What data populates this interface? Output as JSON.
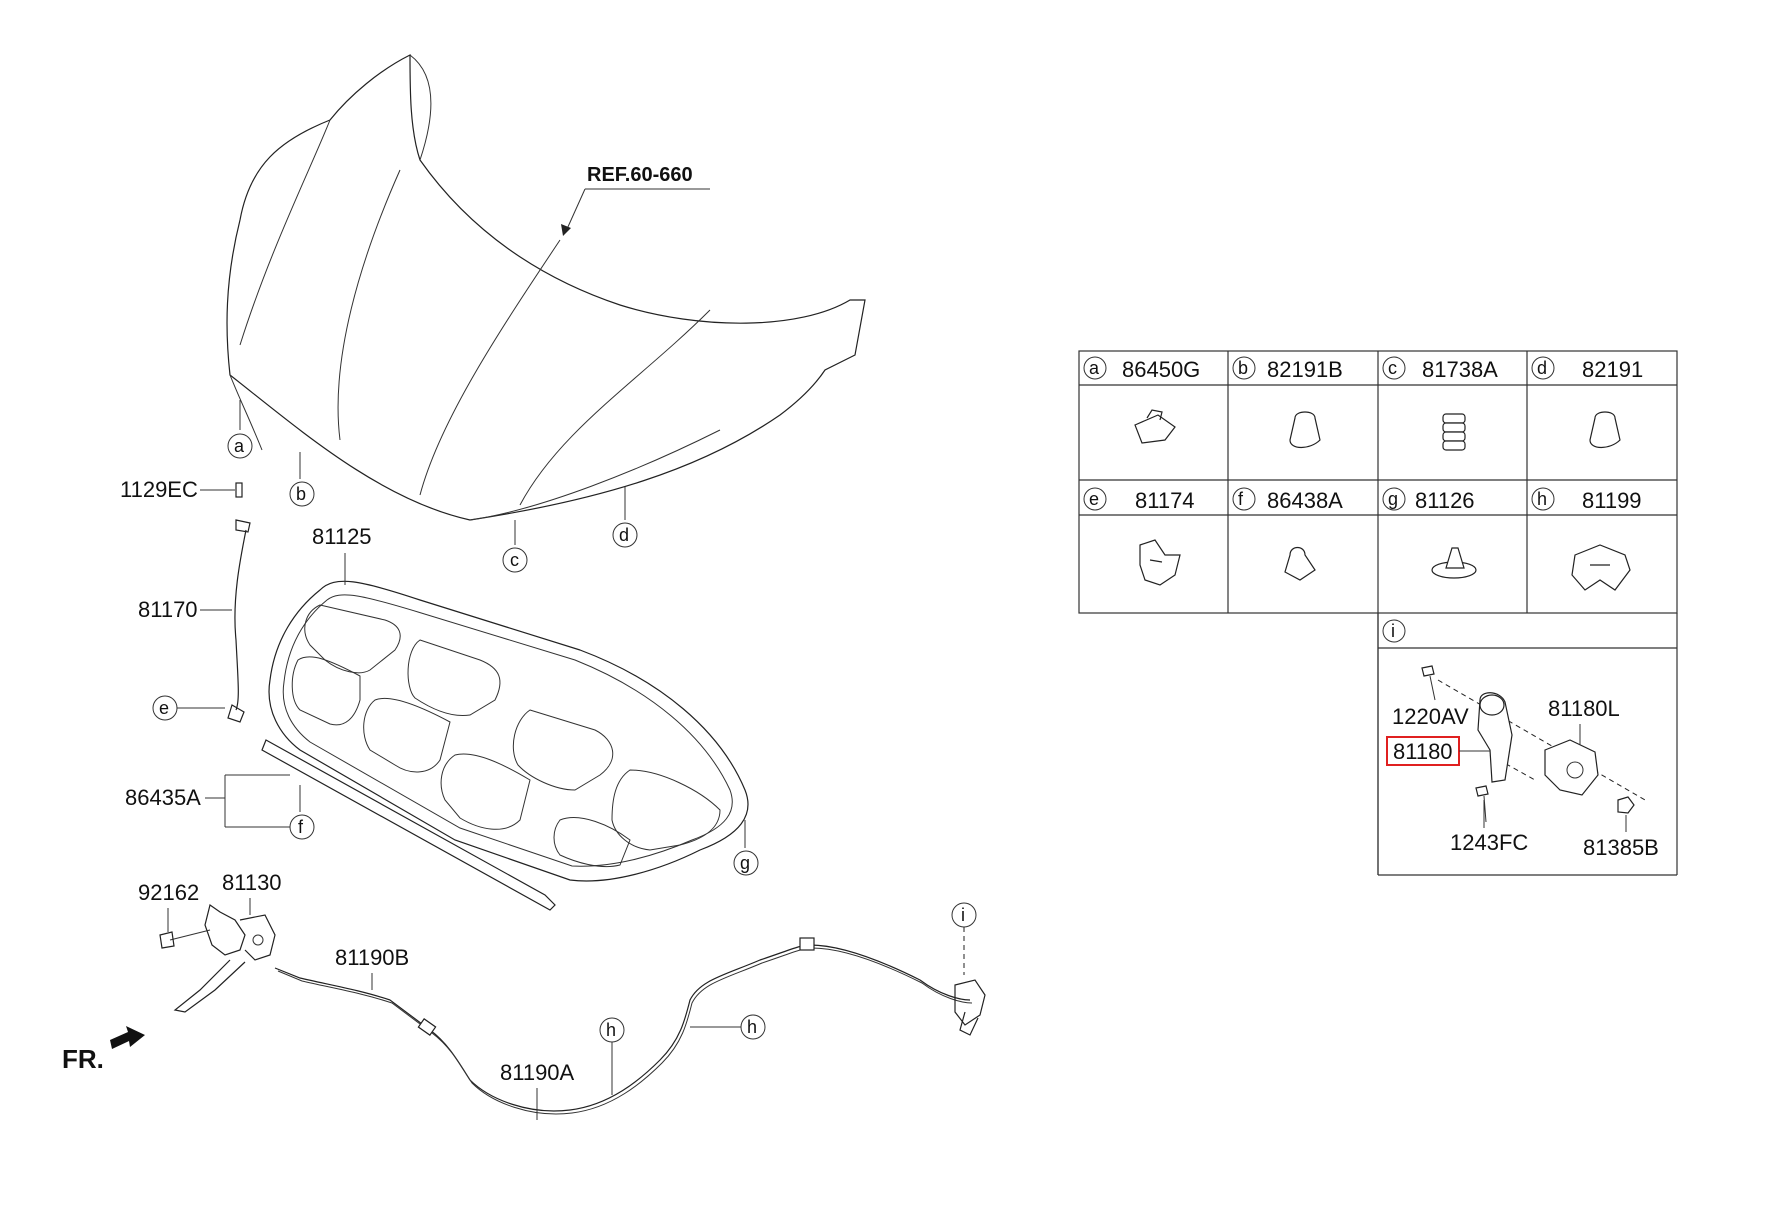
{
  "diagram": {
    "ref_label": "REF.60-660",
    "fr_label": "FR.",
    "callouts": {
      "a": "a",
      "b": "b",
      "c": "c",
      "d": "d",
      "e": "e",
      "f": "f",
      "g": "g",
      "h": "h",
      "i": "i"
    },
    "part_labels": {
      "p1129EC": "1129EC",
      "p81125": "81125",
      "p81170": "81170",
      "p86435A": "86435A",
      "p92162": "92162",
      "p81130": "81130",
      "p81190B": "81190B",
      "p81190A": "81190A"
    }
  },
  "legend_table": {
    "cells": [
      {
        "letter": "a",
        "part": "86450G",
        "icon": "clip-icon"
      },
      {
        "letter": "b",
        "part": "82191B",
        "icon": "bumper-icon"
      },
      {
        "letter": "c",
        "part": "81738A",
        "icon": "stopper-icon"
      },
      {
        "letter": "d",
        "part": "82191",
        "icon": "bumper-icon"
      },
      {
        "letter": "e",
        "part": "81174",
        "icon": "bracket-clip-icon"
      },
      {
        "letter": "f",
        "part": "86438A",
        "icon": "retainer-icon"
      },
      {
        "letter": "g",
        "part": "81126",
        "icon": "push-pin-icon"
      },
      {
        "letter": "h",
        "part": "81199",
        "icon": "cable-clip-icon"
      }
    ],
    "detail": {
      "letter": "i",
      "labels": {
        "p1220AV": "1220AV",
        "p81180L": "81180L",
        "p81180": "81180",
        "p1243FC": "1243FC",
        "p81385B": "81385B"
      },
      "highlight_color": "#e02020"
    }
  }
}
